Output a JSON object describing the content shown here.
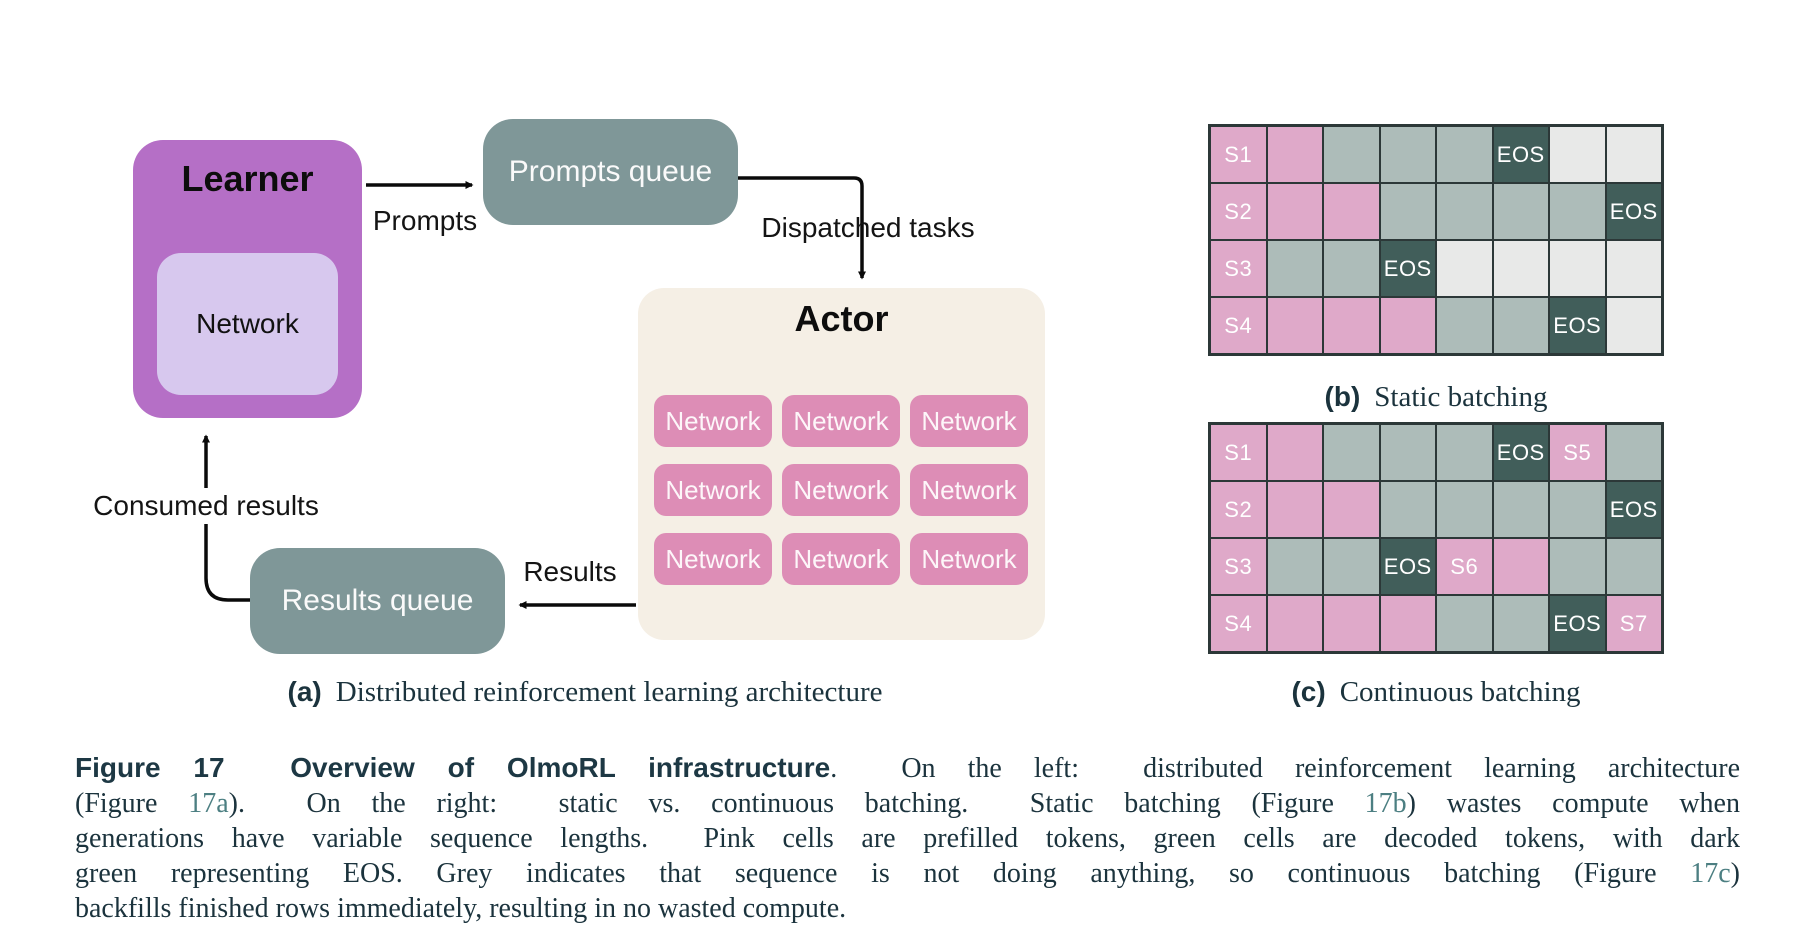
{
  "colors": {
    "purple": "#b56fc6",
    "lavender": "#d7c8ee",
    "slate": "#7f9798",
    "cream": "#f5efe5",
    "pink_strong": "#dd8db6",
    "pink_cell": "#dfa9c9",
    "sage": "#adbcb9",
    "darkgreen": "#415e5a",
    "grey_cell": "#e8e9e8",
    "ink": "#1b333d",
    "ink_bold": "#1d3844",
    "teal_link": "#4c7f82",
    "arrow": "#0a0a0a"
  },
  "diagram": {
    "learner_title": "Learner",
    "learner_network_label": "Network",
    "prompts_queue_label": "Prompts queue",
    "results_queue_label": "Results queue",
    "actor_title": "Actor",
    "actor_network_labels": [
      "Network",
      "Network",
      "Network",
      "Network",
      "Network",
      "Network",
      "Network",
      "Network",
      "Network"
    ],
    "edge_labels": {
      "prompts": "Prompts",
      "dispatched_tasks": "Dispatched tasks",
      "results": "Results",
      "consumed_results": "Consumed results"
    }
  },
  "batching": {
    "static": {
      "tag": "(b)",
      "caption": "Static batching",
      "rows": [
        [
          {
            "c": "prefill",
            "l": "S1"
          },
          {
            "c": "prefill",
            "l": ""
          },
          {
            "c": "decode",
            "l": ""
          },
          {
            "c": "decode",
            "l": ""
          },
          {
            "c": "decode",
            "l": ""
          },
          {
            "c": "eos",
            "l": "EOS"
          },
          {
            "c": "idle",
            "l": ""
          },
          {
            "c": "idle",
            "l": ""
          }
        ],
        [
          {
            "c": "prefill",
            "l": "S2"
          },
          {
            "c": "prefill",
            "l": ""
          },
          {
            "c": "prefill",
            "l": ""
          },
          {
            "c": "decode",
            "l": ""
          },
          {
            "c": "decode",
            "l": ""
          },
          {
            "c": "decode",
            "l": ""
          },
          {
            "c": "decode",
            "l": ""
          },
          {
            "c": "eos",
            "l": "EOS"
          }
        ],
        [
          {
            "c": "prefill",
            "l": "S3"
          },
          {
            "c": "decode",
            "l": ""
          },
          {
            "c": "decode",
            "l": ""
          },
          {
            "c": "eos",
            "l": "EOS"
          },
          {
            "c": "idle",
            "l": ""
          },
          {
            "c": "idle",
            "l": ""
          },
          {
            "c": "idle",
            "l": ""
          },
          {
            "c": "idle",
            "l": ""
          }
        ],
        [
          {
            "c": "prefill",
            "l": "S4"
          },
          {
            "c": "prefill",
            "l": ""
          },
          {
            "c": "prefill",
            "l": ""
          },
          {
            "c": "prefill",
            "l": ""
          },
          {
            "c": "decode",
            "l": ""
          },
          {
            "c": "decode",
            "l": ""
          },
          {
            "c": "eos",
            "l": "EOS"
          },
          {
            "c": "idle",
            "l": ""
          }
        ]
      ]
    },
    "continuous": {
      "tag": "(c)",
      "caption": "Continuous batching",
      "rows": [
        [
          {
            "c": "prefill",
            "l": "S1"
          },
          {
            "c": "prefill",
            "l": ""
          },
          {
            "c": "decode",
            "l": ""
          },
          {
            "c": "decode",
            "l": ""
          },
          {
            "c": "decode",
            "l": ""
          },
          {
            "c": "eos",
            "l": "EOS"
          },
          {
            "c": "prefill",
            "l": "S5"
          },
          {
            "c": "decode",
            "l": ""
          }
        ],
        [
          {
            "c": "prefill",
            "l": "S2"
          },
          {
            "c": "prefill",
            "l": ""
          },
          {
            "c": "prefill",
            "l": ""
          },
          {
            "c": "decode",
            "l": ""
          },
          {
            "c": "decode",
            "l": ""
          },
          {
            "c": "decode",
            "l": ""
          },
          {
            "c": "decode",
            "l": ""
          },
          {
            "c": "eos",
            "l": "EOS"
          }
        ],
        [
          {
            "c": "prefill",
            "l": "S3"
          },
          {
            "c": "decode",
            "l": ""
          },
          {
            "c": "decode",
            "l": ""
          },
          {
            "c": "eos",
            "l": "EOS"
          },
          {
            "c": "prefill",
            "l": "S6"
          },
          {
            "c": "prefill",
            "l": ""
          },
          {
            "c": "decode",
            "l": ""
          },
          {
            "c": "decode",
            "l": ""
          }
        ],
        [
          {
            "c": "prefill",
            "l": "S4"
          },
          {
            "c": "prefill",
            "l": ""
          },
          {
            "c": "prefill",
            "l": ""
          },
          {
            "c": "prefill",
            "l": ""
          },
          {
            "c": "decode",
            "l": ""
          },
          {
            "c": "decode",
            "l": ""
          },
          {
            "c": "eos",
            "l": "EOS"
          },
          {
            "c": "prefill",
            "l": "S7"
          }
        ]
      ]
    }
  },
  "captions": {
    "a_tag": "(a)",
    "a_text": "Distributed reinforcement learning architecture"
  },
  "figure_caption": {
    "lines": [
      [
        {
          "t": "Figure 17  Overview of OlmoRL infrastructure",
          "s": "boldlabel"
        },
        {
          "t": ".  On the left:  distributed reinforcement learning architecture",
          "s": "plain"
        }
      ],
      [
        {
          "t": "(Figure ",
          "s": "plain"
        },
        {
          "t": "17a",
          "s": "link"
        },
        {
          "t": ").  On the right:  static vs. continuous batching.  Static batching (Figure ",
          "s": "plain"
        },
        {
          "t": "17b",
          "s": "link"
        },
        {
          "t": ") wastes compute when",
          "s": "plain"
        }
      ],
      [
        {
          "t": "generations have variable sequence lengths.  Pink cells are prefilled tokens, green cells are decoded tokens, with dark",
          "s": "plain"
        }
      ],
      [
        {
          "t": "green representing EOS. Grey indicates that sequence is not doing anything, so continuous batching (Figure ",
          "s": "plain"
        },
        {
          "t": "17c",
          "s": "link"
        },
        {
          "t": ")",
          "s": "plain"
        }
      ],
      [
        {
          "t": "backfills finished rows immediately, resulting in no wasted compute.",
          "s": "plain"
        }
      ]
    ]
  }
}
